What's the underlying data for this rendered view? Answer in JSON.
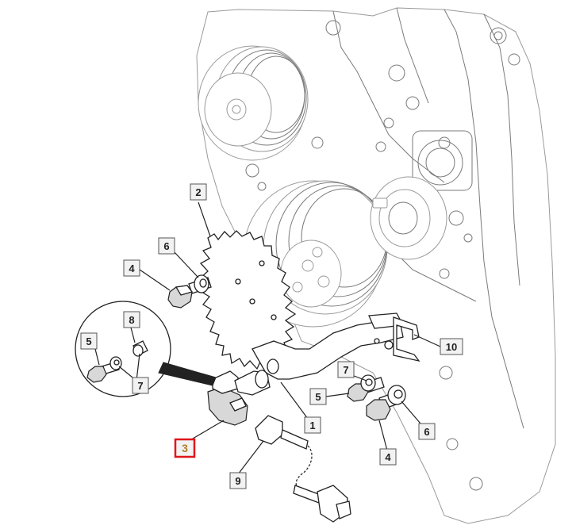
{
  "callouts": [
    {
      "id": "c2",
      "label": "2"
    },
    {
      "id": "c6a",
      "label": "6"
    },
    {
      "id": "c4a",
      "label": "4"
    },
    {
      "id": "c8",
      "label": "8"
    },
    {
      "id": "c5a",
      "label": "5"
    },
    {
      "id": "c7a",
      "label": "7"
    },
    {
      "id": "c10",
      "label": "10"
    },
    {
      "id": "c7b",
      "label": "7"
    },
    {
      "id": "c5b",
      "label": "5"
    },
    {
      "id": "c1",
      "label": "1"
    },
    {
      "id": "c6b",
      "label": "6"
    },
    {
      "id": "c4b",
      "label": "4"
    },
    {
      "id": "c3",
      "label": "3",
      "highlighted": true
    },
    {
      "id": "c9",
      "label": "9"
    }
  ],
  "colors": {
    "highlight_border": "#e0161b",
    "highlight_text": "#b07d2a",
    "line": "#222222",
    "engine_line": "#9a9a9a"
  }
}
